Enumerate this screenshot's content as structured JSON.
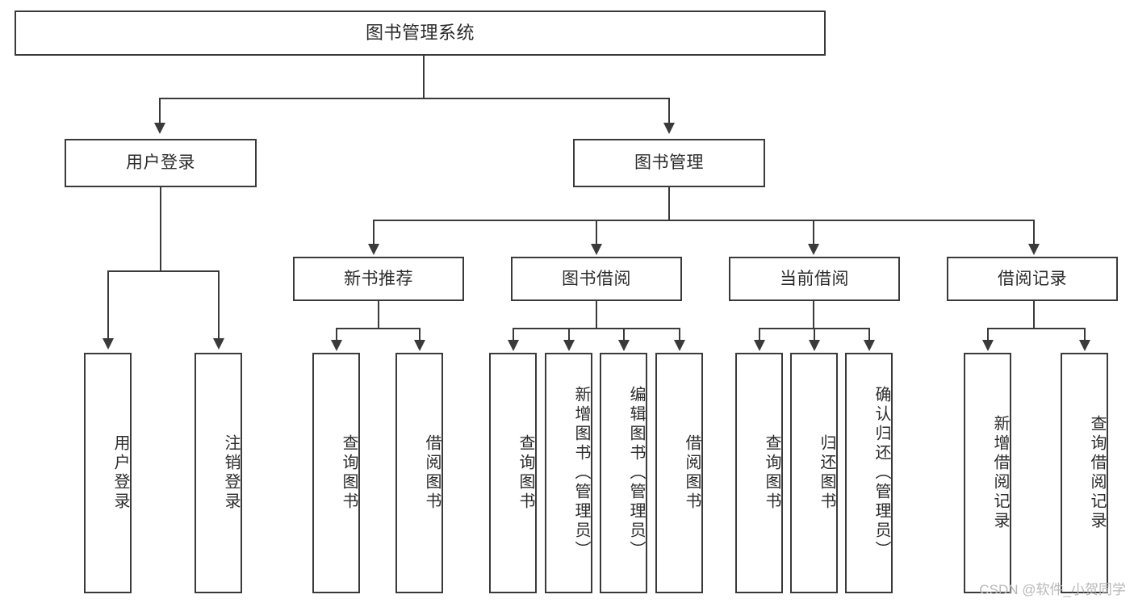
{
  "diagram": {
    "title": "图书管理系统",
    "type": "功能结构图",
    "root": {
      "label": "图书管理系统"
    },
    "level2": [
      {
        "label": "用户登录"
      },
      {
        "label": "图书管理"
      }
    ],
    "level3": [
      {
        "label": "新书推荐"
      },
      {
        "label": "图书借阅"
      },
      {
        "label": "当前借阅"
      },
      {
        "label": "借阅记录"
      }
    ],
    "leaves": {
      "user_login": [
        {
          "label": "用户登录"
        },
        {
          "label": "注销登录"
        }
      ],
      "new_book_recommend": [
        {
          "label": "查询图书"
        },
        {
          "label": "借阅图书"
        }
      ],
      "book_borrow": [
        {
          "label": "查询图书"
        },
        {
          "label": "新增图书（管理员）"
        },
        {
          "label": "编辑图书（管理员）"
        },
        {
          "label": "借阅图书"
        }
      ],
      "current_borrow": [
        {
          "label": "查询图书"
        },
        {
          "label": "归还图书"
        },
        {
          "label": "确认归还（管理员）"
        }
      ],
      "borrow_record": [
        {
          "label": "新增借阅记录"
        },
        {
          "label": "查询借阅记录"
        }
      ]
    }
  },
  "watermark": {
    "text": "CSDN @软件_小贺同学"
  },
  "colors": {
    "stroke": "#3a3a3a",
    "background": "#ffffff",
    "text": "#2b2b2b",
    "watermark": "#b8b8b8"
  }
}
